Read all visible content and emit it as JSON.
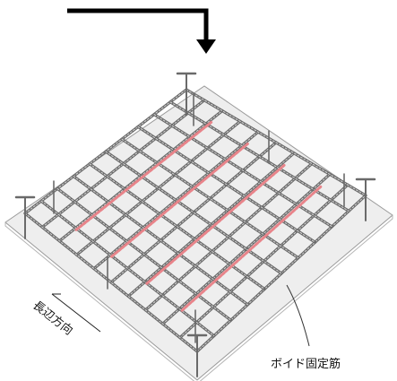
{
  "labels": {
    "direction": "長辺方向",
    "void_rebar": "ボイド固定筋"
  },
  "colors": {
    "background": "#ffffff",
    "slab_fill": "#eeeeee",
    "slab_edge": "#9a9a9a",
    "rebar": "#6a6a6a",
    "void_rebar": "#e8848a",
    "arrow": "#000000",
    "text": "#111111"
  },
  "icons": {
    "insert_arrow": "arrow-down-bent"
  }
}
